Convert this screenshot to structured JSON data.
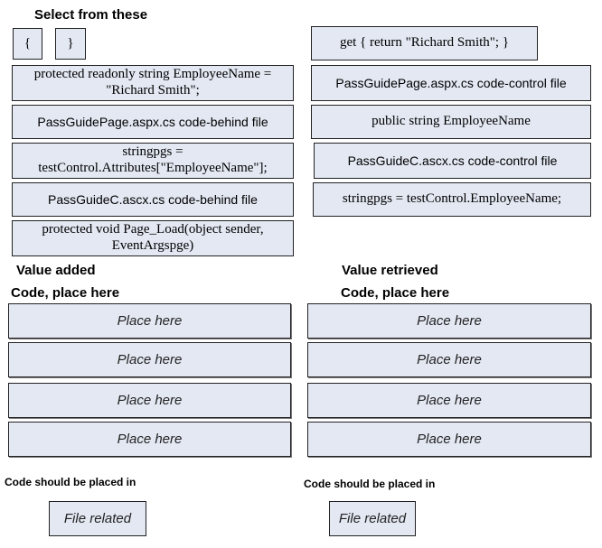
{
  "headings": {
    "select": "Select from these",
    "value_added": "Value added",
    "value_retrieved": "Value retrieved",
    "code_place_left": "Code, place here",
    "code_place_right": "Code, place here",
    "should_place_left": "Code should be placed in",
    "should_place_right": "Code should be placed in"
  },
  "left_options": {
    "open_brace": "{",
    "close_brace": "}",
    "readonly_employee": "protected readonly string EmployeeName = \"Richard Smith\";",
    "page_codebehind": "PassGuidePage.aspx.cs code-behind file",
    "string_attributes": "stringpgs = testControl.Attributes[\"EmployeeName\"];",
    "control_codebehind": "PassGuideC.ascx.cs code-behind file",
    "page_load": "protected void Page_Load(object sender, EventArgspge)"
  },
  "right_options": {
    "get_return": "get { return \"Richard Smith\"; }",
    "page_codecontrol": "PassGuidePage.aspx.cs code-control file",
    "public_employee": "public string EmployeeName",
    "control_codecontrol": "PassGuideC.ascx.cs code-control file",
    "string_employee": "stringpgs = testControl.EmployeeName;"
  },
  "drop_zones": {
    "left": [
      "Place here",
      "Place here",
      "Place here",
      "Place here"
    ],
    "right": [
      "Place here",
      "Place here",
      "Place here",
      "Place here"
    ]
  },
  "file_zones": {
    "left": "File related",
    "right": "File related"
  }
}
